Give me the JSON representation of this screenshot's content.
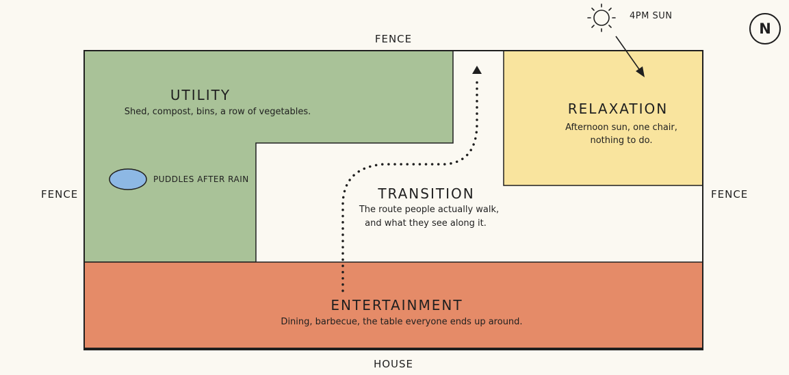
{
  "edges": {
    "top": "FENCE",
    "left": "FENCE",
    "right": "FENCE",
    "bottom": "HOUSE"
  },
  "compass": {
    "label": "N"
  },
  "sun": {
    "label": "4PM SUN",
    "icon": "sun-icon"
  },
  "zones": {
    "utility": {
      "title": "UTILITY",
      "description": "Shed, compost, bins, a row of vegetables.",
      "color": "#a9c298"
    },
    "relaxation": {
      "title": "RELAXATION",
      "description_line1": "Afternoon sun, one chair,",
      "description_line2": "nothing to do.",
      "color": "#f9e49e"
    },
    "transition": {
      "title": "TRANSITION",
      "description_line1": "The route people actually walk,",
      "description_line2": "and what they see along it.",
      "color": "#fbf9f2"
    },
    "entertainment": {
      "title": "ENTERTAINMENT",
      "description": "Dining, barbecue, the table everyone ends up around.",
      "color": "#e58b68"
    }
  },
  "puddle": {
    "label": "PUDDLES AFTER RAIN",
    "color": "#8db8e4"
  }
}
